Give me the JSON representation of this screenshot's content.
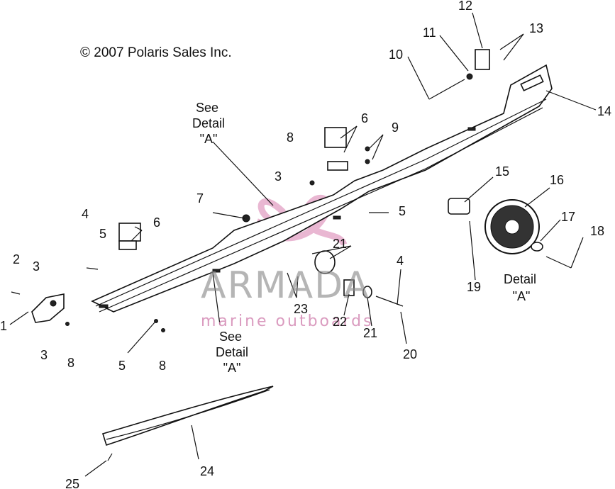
{
  "copyright": "© 2007 Polaris Sales Inc.",
  "watermark": {
    "brand": "ARMADA",
    "tagline": "marine outboards",
    "logo_color": "#e4a6c8"
  },
  "see_detail_label": [
    "See",
    "Detail",
    "\"A\""
  ],
  "detail_label": [
    "Detail",
    "\"A\""
  ],
  "callouts": [
    "1",
    "2",
    "3",
    "4",
    "5",
    "6",
    "7",
    "8",
    "9",
    "10",
    "11",
    "12",
    "13",
    "14",
    "15",
    "16",
    "17",
    "18",
    "19",
    "20",
    "21",
    "22",
    "23",
    "24",
    "25"
  ]
}
